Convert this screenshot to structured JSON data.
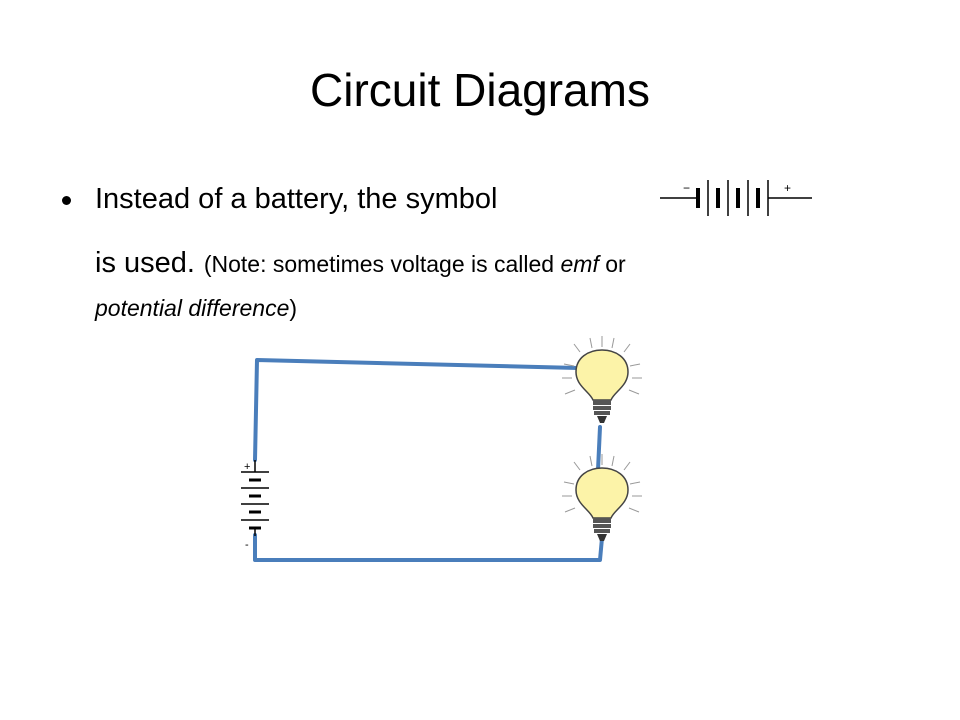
{
  "title": "Circuit Diagrams",
  "bullet": {
    "text": "Instead of a battery, the symbol",
    "continuation_main": "is used.",
    "note_open": "(Note: sometimes voltage is called ",
    "emf": "emf",
    "note_or": " or",
    "potential_difference": "potential difference",
    "note_close": ")"
  },
  "symbol": {
    "minus": "−",
    "plus": "+"
  },
  "diagram": {
    "battery_plus": "+",
    "battery_minus": "-",
    "wire_color": "#4a7ebb",
    "bulb_color": "#fcf3a8"
  }
}
